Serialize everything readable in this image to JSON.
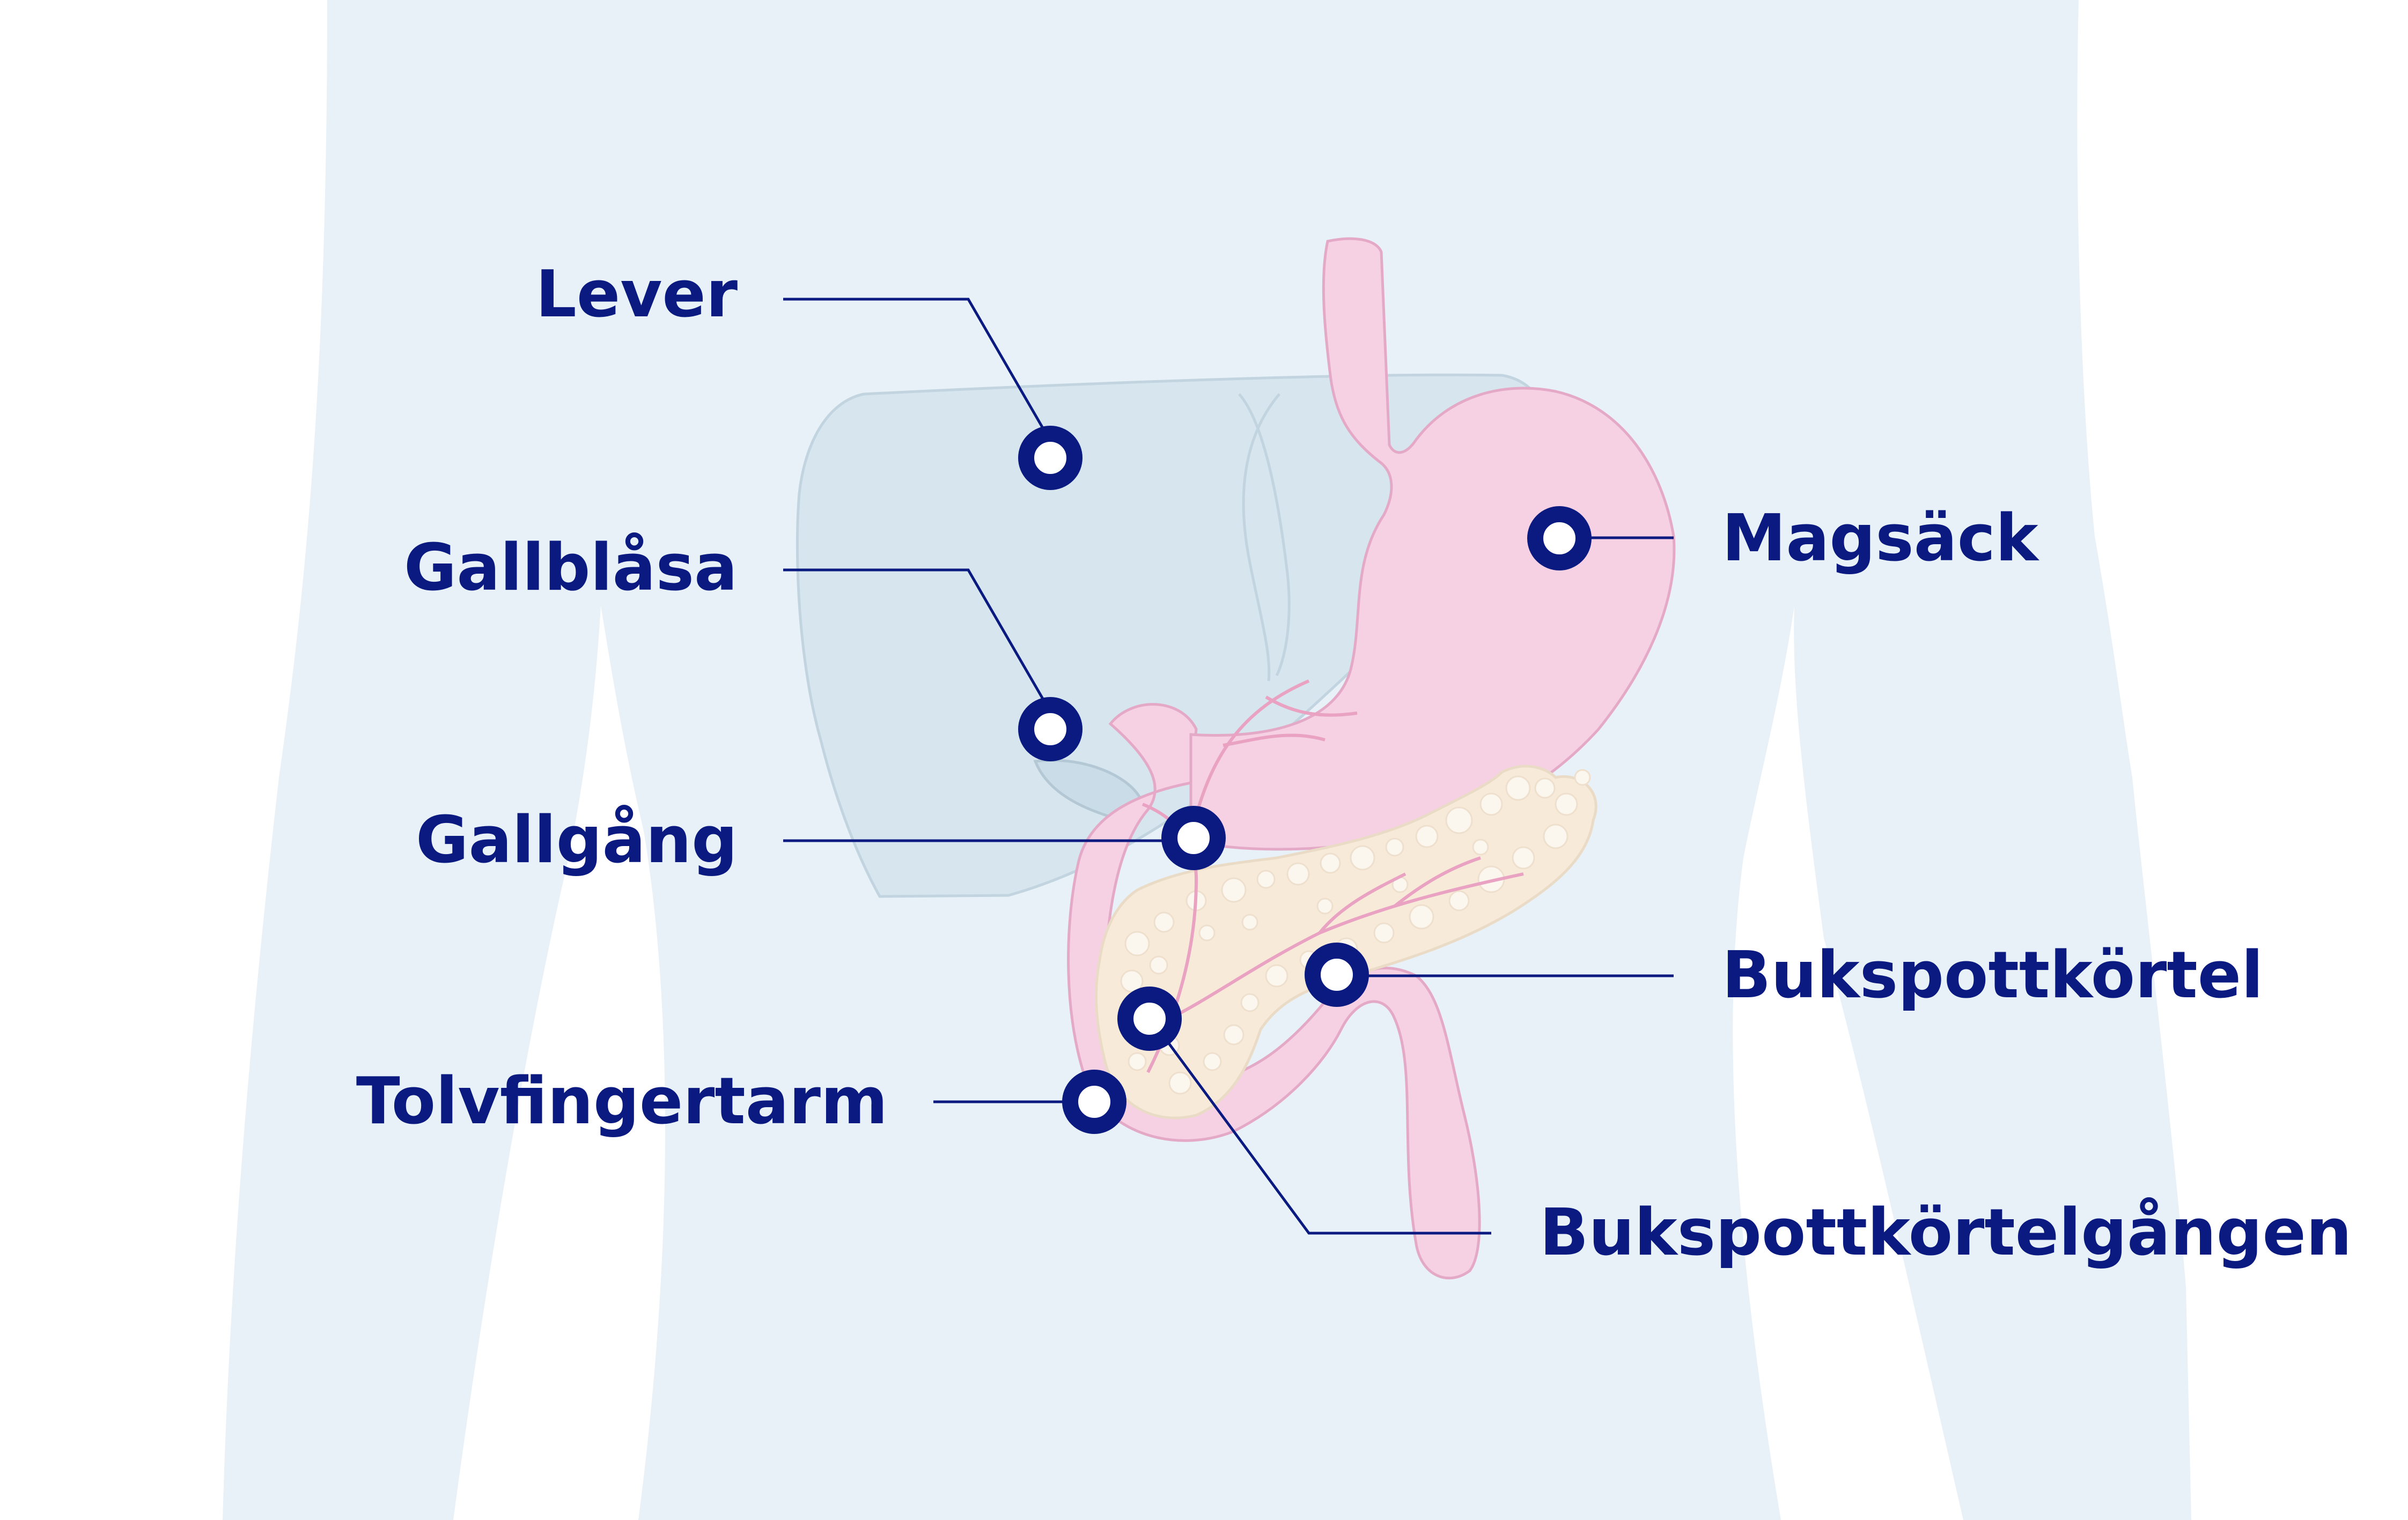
{
  "colors": {
    "background": "#ffffff",
    "body": "#e8f1f7",
    "liver_fill": "#d6e5ee",
    "liver_stroke": "#c2d4df",
    "organ_pink": "#f6d1e3",
    "organ_pink_stroke": "#e4a9c6",
    "vessel": "#e9a2c2",
    "pancreas_fill": "#f7ead9",
    "pancreas_lobule": "#fbf6ee",
    "pancreas_stroke": "#eadbc6",
    "accent": "#0a1a80",
    "marker_inner": "#ffffff"
  },
  "labels": {
    "liver": "Lever",
    "gallbladder": "Gallblåsa",
    "bile_duct": "Gallgång",
    "duodenum": "Tolvfingertarm",
    "stomach": "Magsäck",
    "pancreas": "Bukspottkörtel",
    "pancreatic_duct": "Bukspottkörtelgången"
  }
}
